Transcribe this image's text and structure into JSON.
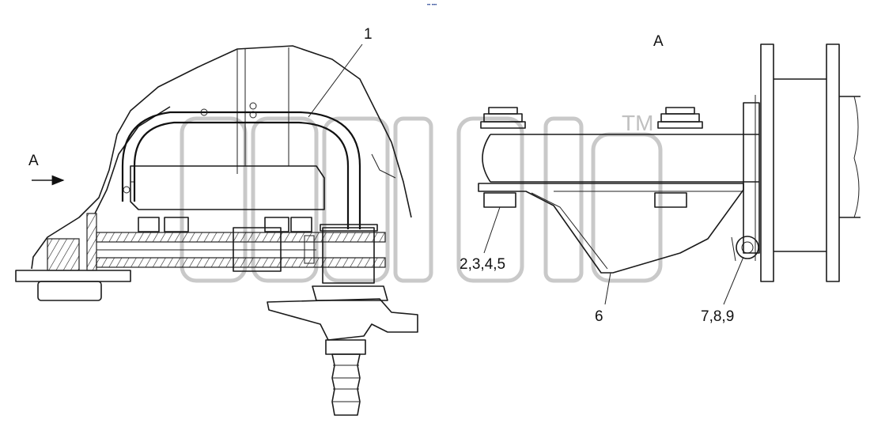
{
  "header_mark": "•• •••",
  "labels": {
    "part_1": "1",
    "view_a_left": "A",
    "view_a_right": "A",
    "parts_2_3_4_5": "2,3,4,5",
    "part_6": "6",
    "parts_7_8_9": "7,8,9"
  },
  "watermark": {
    "tm": "TM"
  }
}
